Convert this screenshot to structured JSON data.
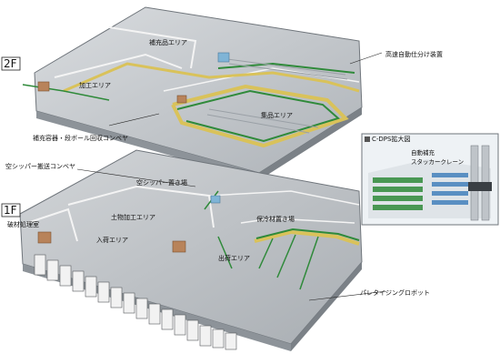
{
  "floors": {
    "upper": "2F",
    "lower": "1F"
  },
  "labels_2f": {
    "hojuhin": "補充品エリア",
    "kakou": "加工エリア",
    "shuhin": "集品エリア",
    "sorter": "高速自動仕分け装置",
    "conveyor_return": "補充容器・段ボール回収コンベヤ"
  },
  "labels_1f": {
    "empty_shipper_conveyor": "空シッパー搬送コンベヤ",
    "empty_shipper_storage": "空シッパー置き場",
    "haizai": "破材処理室",
    "doboku": "土物加工エリア",
    "nyuka": "入荷エリア",
    "horeizai": "保冷材置き場",
    "shukka": "出荷エリア",
    "palletizing": "パレタイジングロボット"
  },
  "inset": {
    "title": "C-DPS拡大図",
    "line1": "自動補充",
    "line2": "スタッカークレーン"
  },
  "colors": {
    "conveyor_green": "#2f8a3a",
    "conveyor_yellow": "#d9c25a",
    "wall": "#9aa0a6",
    "floor_gray": "#c8cbcf"
  }
}
